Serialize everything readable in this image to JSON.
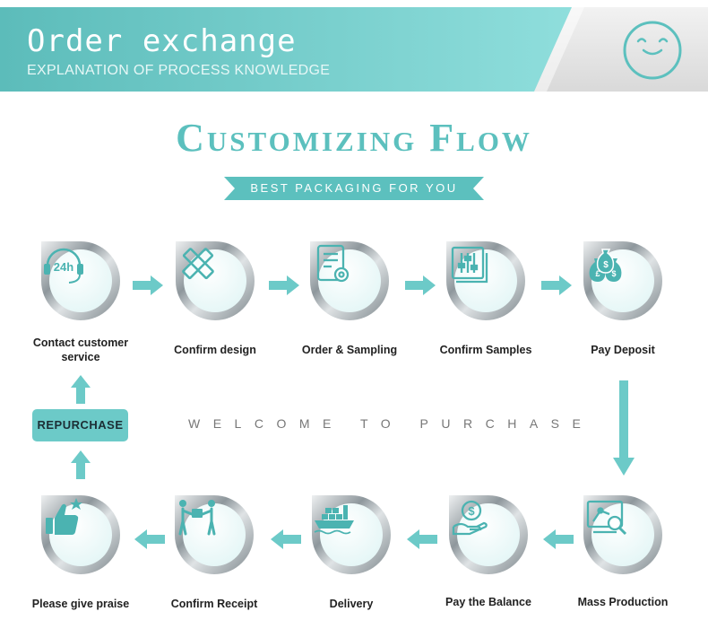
{
  "header": {
    "title": "Order exchange",
    "subtitle": "EXPLANATION OF PROCESS KNOWLEDGE",
    "badge_icon": "smiley-face-icon"
  },
  "headline": "Customizing Flow",
  "ribbon": "BEST PACKAGING FOR YOU",
  "steps": [
    {
      "label": "Contact customer service",
      "icon": "24h-headset-icon"
    },
    {
      "label": "Confirm design",
      "icon": "ruler-pencil-icon"
    },
    {
      "label": "Order & Sampling",
      "icon": "document-order-icon"
    },
    {
      "label": "Confirm Samples",
      "icon": "sliders-icon"
    },
    {
      "label": "Pay Deposit",
      "icon": "money-bags-icon"
    },
    {
      "label": "Mass Production",
      "icon": "robot-arm-icon"
    },
    {
      "label": "Pay the Balance",
      "icon": "hand-coin-icon"
    },
    {
      "label": "Delivery",
      "icon": "cargo-ship-icon"
    },
    {
      "label": "Confirm Receipt",
      "icon": "handover-icon"
    },
    {
      "label": "Please give praise",
      "icon": "thumbs-up-icon"
    }
  ],
  "repurchase": "REPURCHASE",
  "welcome": "WELCOME TO PURCHASE",
  "colors": {
    "accent": "#6ccac8",
    "headline": "#5cc0be",
    "banner_dark": "#59b9b7"
  }
}
